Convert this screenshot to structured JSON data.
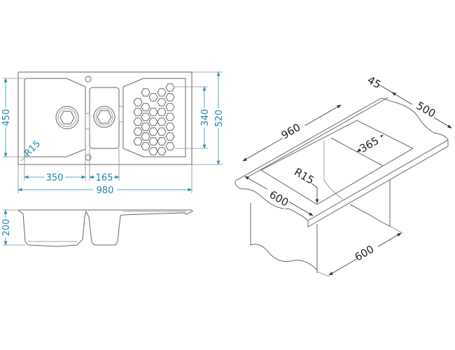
{
  "colors": {
    "dimension": "#1f86a8",
    "outline": "#666666",
    "iso_dimension": "#222222"
  },
  "top_view": {
    "dims": {
      "height_bowl": "450",
      "radius": "R15",
      "bowl_width": "350",
      "small_bowl_width": "165",
      "total_width": "980",
      "drainer_depth": "340",
      "total_depth": "520"
    }
  },
  "side_view": {
    "dims": {
      "depth": "200"
    }
  },
  "iso_view": {
    "dims": {
      "back_offset": "45",
      "top_depth": "500",
      "cutout_length": "960",
      "small_bowl": "365",
      "radius": "R15",
      "cutout_depth": "600",
      "cabinet_width": "600"
    }
  }
}
